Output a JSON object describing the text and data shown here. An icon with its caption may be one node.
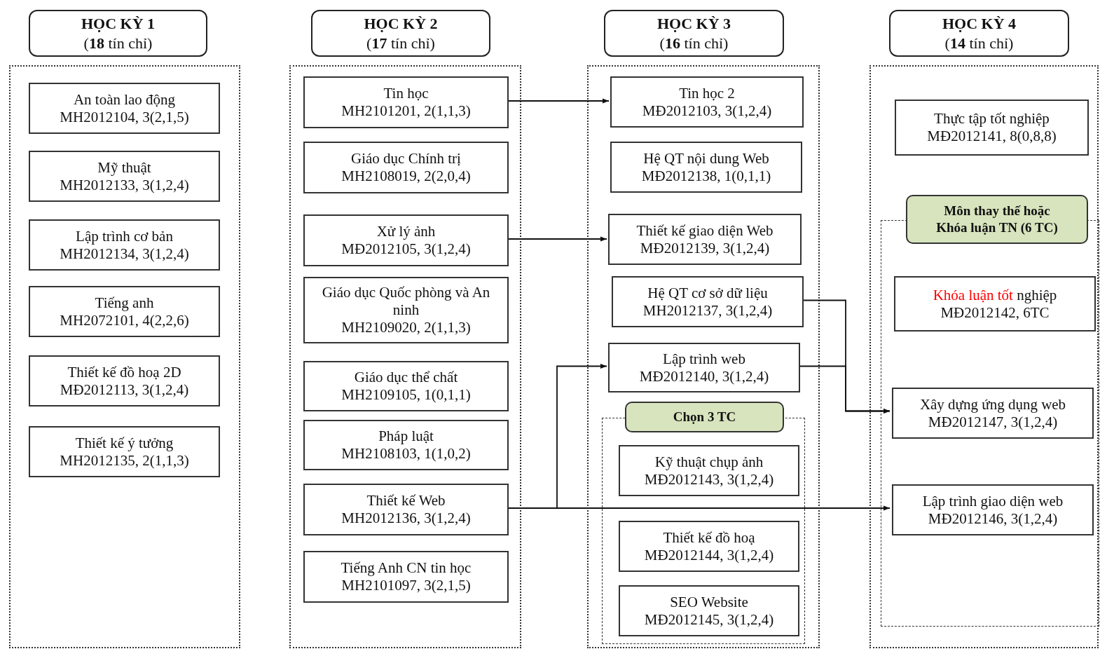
{
  "diagram": {
    "nodes": [
      {
        "text": [
          "HỌC KỲ 1",
          "(**18** tín chỉ)"
        ]
      },
      {
        "text": [],
        "shape": "box"
      },
      {
        "text": [
          "An toàn lao động",
          "MH2012104, 3(2,1,5)"
        ],
        "in": 1
      },
      {
        "text": [
          "Mỹ thuật",
          "MH2012133, 3(1,2,4)"
        ],
        "in": 1
      },
      {
        "text": [
          "Lập trình cơ bản",
          "MH2012134, 3(1,2,4)"
        ],
        "in": 1
      },
      {
        "text": [
          "Tiếng anh",
          "MH2072101, 4(2,2,6)"
        ],
        "in": 1
      },
      {
        "text": [
          "Thiết kế đồ hoạ 2D",
          "MĐ2012113, 3(1,2,4)"
        ],
        "in": 1
      },
      {
        "text": [
          "Thiết kế ý tưởng",
          "MH2012135, 2(1,1,3)"
        ],
        "in": 1
      },
      {
        "text": [
          "HỌC KỲ 2",
          "(**17** tín chỉ)"
        ]
      },
      {
        "text": [],
        "shape": "box"
      },
      {
        "text": [
          "Tin học",
          "MH2101201, 2(1,1,3)"
        ],
        "in": 9
      },
      {
        "text": [
          "Giáo dục Chính trị",
          "MH2108019, 2(2,0,4)"
        ],
        "in": 9
      },
      {
        "text": [
          "Xử lý ảnh",
          "MĐ2012105, 3(1,2,4)"
        ],
        "in": 9
      },
      {
        "text": [
          "Giáo dục Quốc phòng và An ninh",
          "MH2109020, 2(1,1,3)"
        ],
        "in": 9
      },
      {
        "text": [
          "Giáo dục thể chất",
          "MH2109105, 1(0,1,1)"
        ],
        "in": 9
      },
      {
        "text": [
          "Pháp luật",
          "MH2108103, 1(1,0,2)"
        ],
        "in": 9
      },
      {
        "text": [
          "Thiết kế Web",
          "MH2012136, 3(1,2,4)"
        ],
        "in": 9
      },
      {
        "text": [
          "Tiếng Anh CN tin học",
          "MH2101097, 3(2,1,5)"
        ],
        "in": 9
      },
      {
        "text": [
          "HỌC KỲ 3",
          "(**16** tín chỉ)"
        ]
      },
      {
        "text": [],
        "shape": "box"
      },
      {
        "text": [
          "Tin học 2",
          "MĐ2012103, 3(1,2,4)"
        ],
        "in": 19
      },
      {
        "text": [
          "Hệ QT nội dung Web",
          "MĐ2012138, 1(0,1,1)"
        ],
        "in": 19
      },
      {
        "text": [
          "Thiết kế giao diện Web",
          "MĐ2012139, 3(1,2,4)"
        ],
        "in": 19
      },
      {
        "text": [
          "Hệ QT cơ sở dữ liệu",
          "MH2012137, 3(1,2,4)"
        ],
        "in": 19
      },
      {
        "text": [
          "Lập trình web",
          "MĐ2012140, 3(1,2,4)"
        ],
        "in": 19
      },
      {
        "text": [
          "Chọn 3 TC"
        ],
        "in": 19
      },
      {
        "text": [
          "Kỹ thuật chụp ảnh",
          "MĐ2012143, 3(1,2,4)"
        ],
        "in": 25
      },
      {
        "text": [
          "Thiết kế đồ hoạ",
          "MĐ2012144, 3(1,2,4)"
        ],
        "in": 25
      },
      {
        "text": [
          "SEO Website",
          "MĐ2012145, 3(1,2,4)"
        ],
        "in": 25
      },
      {
        "text": [
          "HỌC KỲ 4",
          "(**14** tín chỉ)"
        ]
      },
      {
        "text": [],
        "shape": "box"
      },
      {
        "text": [
          "Thực tập tốt nghiệp",
          "MĐ2012141, 8(0,8,8)"
        ],
        "in": 30
      },
      {
        "text": [
          "Môn thay thế hoặc Khóa luận TN (6 TC)"
        ],
        "in": 30
      },
      {
        "text": [
          "Khóa luận tốt",
          "nghiệp",
          "MĐ2012142, 6TC"
        ],
        "in": 32
      },
      {
        "text": [
          "Xây dựng ứng dụng web",
          "MĐ2012147, 3(1,2,4)"
        ],
        "in": 32
      },
      {
        "text": [
          "Lập trình giao diện web",
          "MĐ2012146, 3(1,2,4)"
        ],
        "in": 32
      }
    ],
    "edges": [
      {
        "from": 10,
        "to": 20,
        "arrow": "to"
      },
      {
        "from": 12,
        "to": 22,
        "arrow": "to"
      },
      {
        "from": 23,
        "to": 34,
        "arrow": "to"
      },
      {
        "from": 24,
        "to": 34,
        "arrow": "to"
      },
      {
        "from": 16,
        "to": 24,
        "arrow": "to"
      },
      {
        "from": 16,
        "to": 35,
        "arrow": "to"
      }
    ]
  }
}
